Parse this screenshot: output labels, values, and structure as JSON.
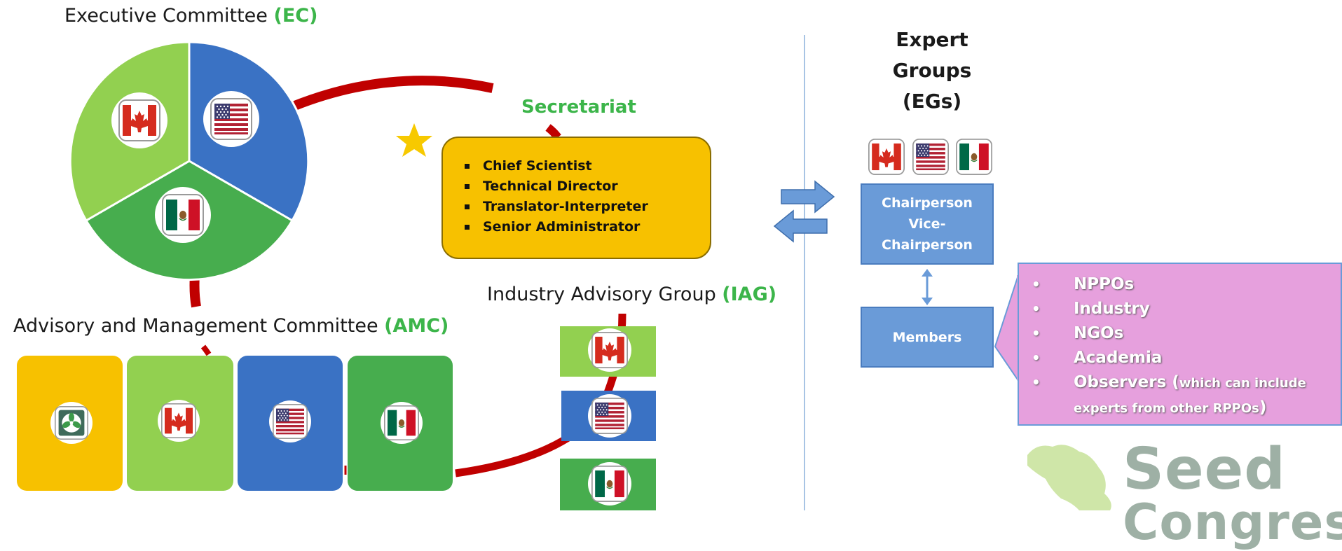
{
  "ec": {
    "title": "Executive Committee ",
    "abbr": "(EC)"
  },
  "secretariat": {
    "title": "Secretariat",
    "members": [
      "Chief Scientist",
      "Technical Director",
      "Translator-Interpreter",
      "Senior Administrator"
    ]
  },
  "iag": {
    "title": "Industry Advisory Group ",
    "abbr": "(IAG)"
  },
  "amc": {
    "title": "Advisory and Management Committee ",
    "abbr": "(AMC)"
  },
  "expert_groups": {
    "title_line1": "Expert",
    "title_line2": "Groups",
    "title_line3": "(EGs)",
    "chair_line1": "Chairperson",
    "chair_line2": "Vice-",
    "chair_line3": "Chairperson",
    "members_label": "Members",
    "member_types": [
      "NPPOs",
      "Industry",
      "NGOs",
      "Academia"
    ],
    "observers_label": "Observers (",
    "observers_note_line1": "which can include",
    "observers_note_line2": "experts from other RPPOs",
    "observers_close": ")"
  },
  "logo": {
    "line1": "Seed",
    "line2": "Congress"
  },
  "colors": {
    "red_arc": "#c00000",
    "light_green": "#92d050",
    "blue": "#3a72c4",
    "green": "#47ad4e",
    "gold": "#f7c100",
    "accent_green": "#3cb54a",
    "pink": "#e6a0dd",
    "light_blue": "#6a9bd8"
  },
  "flag_icons": [
    "canada-flag-icon",
    "usa-flag-icon",
    "mexico-flag-icon",
    "nappo-logo-icon"
  ]
}
